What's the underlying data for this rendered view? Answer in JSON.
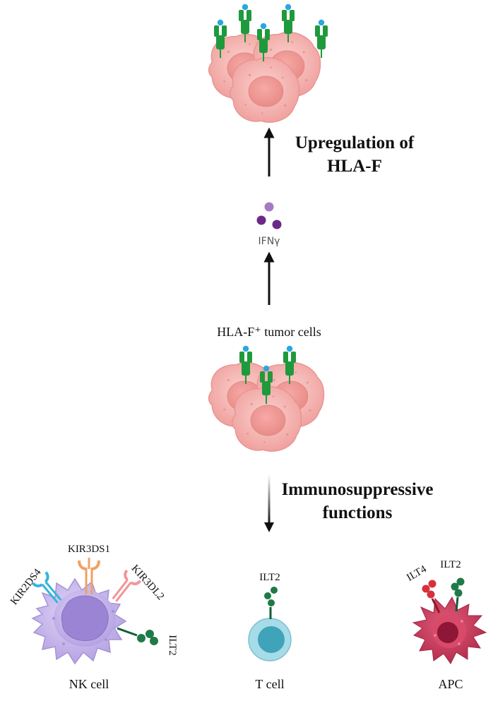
{
  "labels": {
    "upregulation_line1": "Upregulation of",
    "upregulation_line2": "HLA-F",
    "ifn": "IFNγ",
    "tumor_cells": "HLA-F⁺ tumor cells",
    "immuno_line1": "Immunosuppressive",
    "immuno_line2": "functions"
  },
  "receptors": {
    "kir3ds1": "KIR3DS1",
    "kir2ds4": "KIR2DS4",
    "kir3dl2": "KIR3DL2",
    "ilt2_nk": "ILT2",
    "ilt2_t": "ILT2",
    "ilt4": "ILT4",
    "ilt2_apc": "ILT2"
  },
  "cells": {
    "nk": "NK cell",
    "t": "T cell",
    "apc": "APC"
  },
  "colors": {
    "tumor": "#f6b3b0",
    "tumor_dark": "#e58f8c",
    "hla": "#1e9a3c",
    "peptide": "#2aa7e0",
    "ifn": "#6b2a8a",
    "nk": "#c8b8ec",
    "tcell": "#8ecfe0",
    "apc": "#c8385a",
    "ilt4": "#d8303a",
    "ilt2": "#1f7a48"
  }
}
